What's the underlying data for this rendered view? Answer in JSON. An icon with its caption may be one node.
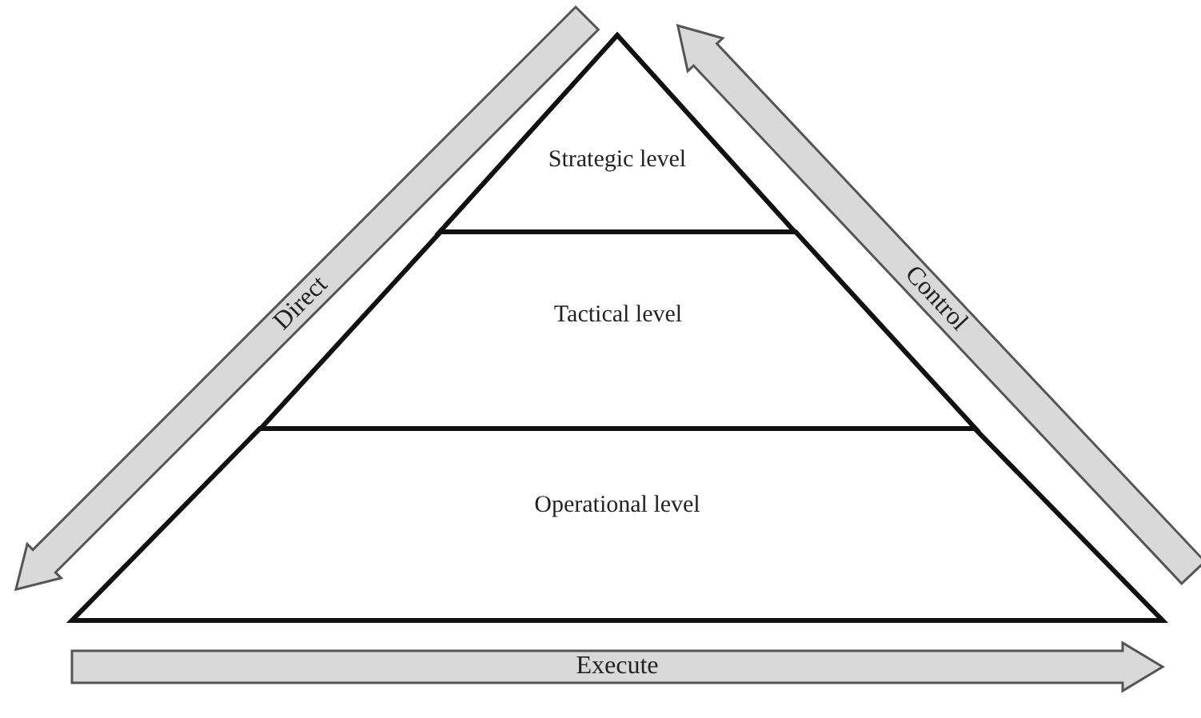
{
  "diagram": {
    "nodes": [
      {
        "text": [
          "Strategic level"
        ]
      },
      {
        "text": [
          "Tactical level"
        ]
      },
      {
        "text": [
          "Operational level"
        ]
      },
      {
        "text": [
          "Direct"
        ]
      },
      {
        "text": [
          "Control"
        ]
      },
      {
        "text": [
          "Execute"
        ]
      }
    ],
    "edges": []
  }
}
